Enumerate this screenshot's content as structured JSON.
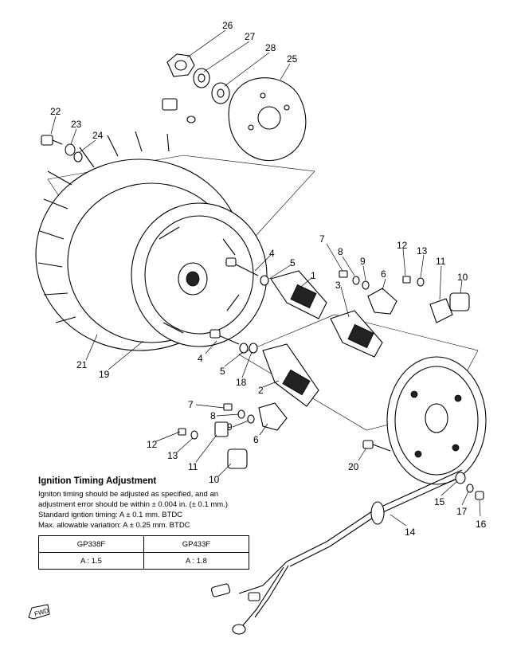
{
  "callouts": [
    "26",
    "27",
    "28",
    "25",
    "22",
    "23",
    "24",
    "4",
    "5",
    "1",
    "7",
    "8",
    "9",
    "6",
    "12",
    "13",
    "11",
    "10",
    "3",
    "21",
    "19",
    "4",
    "5",
    "18",
    "2",
    "7",
    "8",
    "9",
    "6",
    "12",
    "13",
    "11",
    "10",
    "20",
    "15",
    "17",
    "16",
    "14"
  ],
  "timing": {
    "title": "Ignition Timing Adjustment",
    "line1": "Igniton timing should be adjusted as specified, and an",
    "line2": "adjustment error should be within ± 0.004 in. (± 0.1 mm.)",
    "line3": "Standard igntion timing:  A ± 0.1 mm. BTDC",
    "line4": "Max. allowable variation:  A ± 0.25 mm. BTDC",
    "table": {
      "headers": [
        "GP338F",
        "GP433F"
      ],
      "values": [
        "A : 1.5",
        "A : 1.8"
      ]
    }
  },
  "fwd_label": "FWD"
}
